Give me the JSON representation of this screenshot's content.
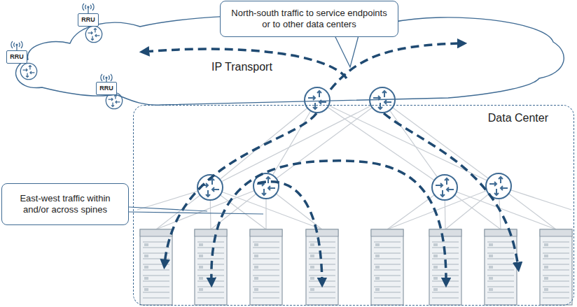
{
  "diagram": {
    "nodes": [
      {
        "text": [
          "IP Transport"
        ]
      },
      {
        "text": [
          "North-south traffic to service endpoints or to other data centers"
        ]
      },
      {
        "text": [
          "RRU"
        ]
      },
      {
        "text": [
          "RRU"
        ]
      },
      {
        "text": [
          "RRU"
        ]
      },
      {
        "text": [
          "Data Center"
        ]
      },
      {
        "text": [
          "East-west traffic within and/or across spines"
        ]
      }
    ]
  }
}
